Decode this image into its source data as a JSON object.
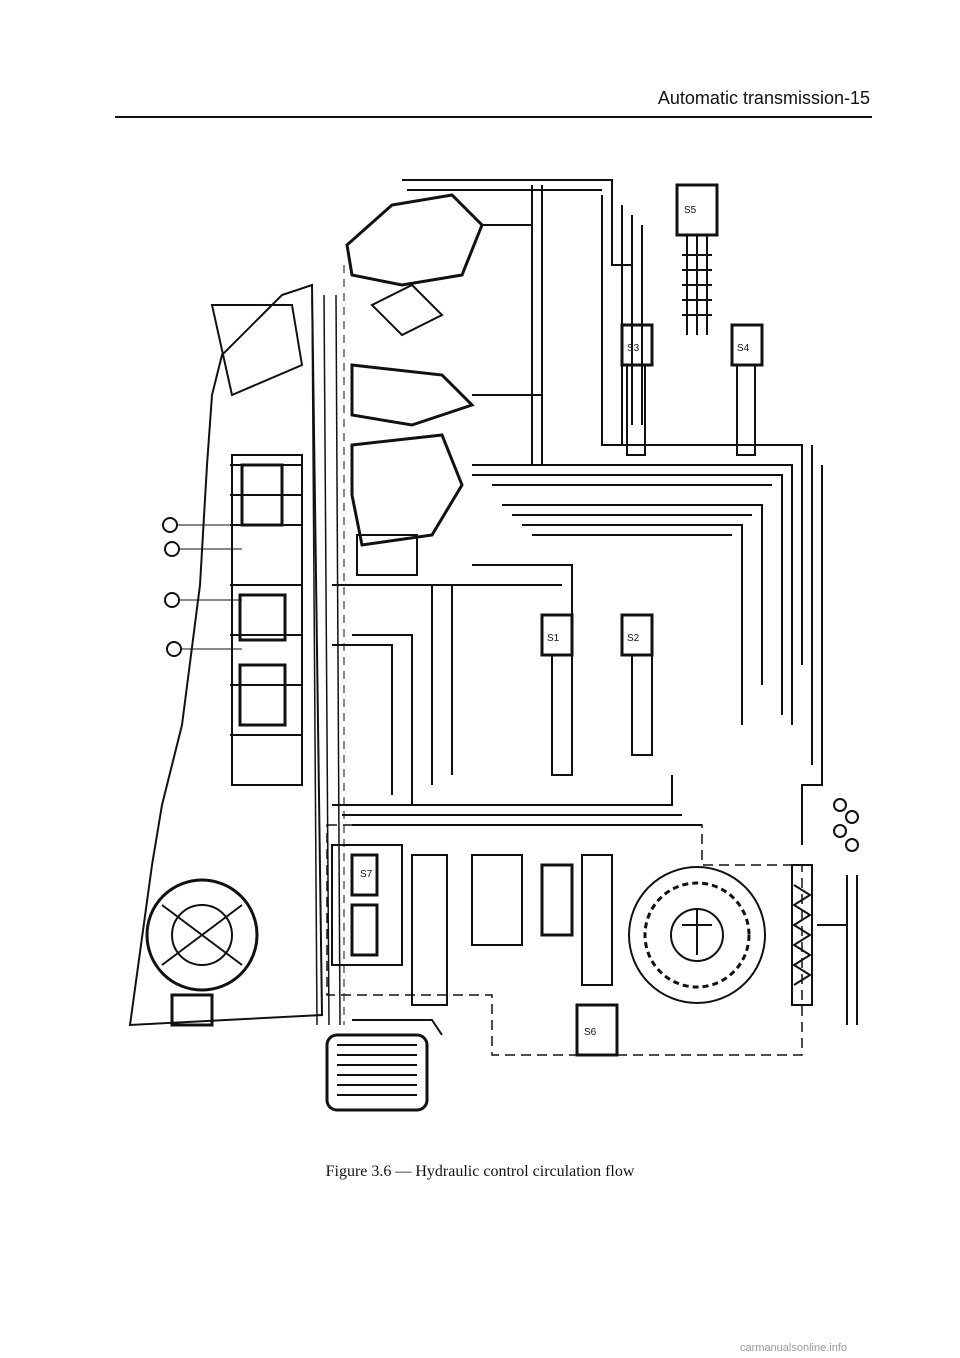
{
  "header": {
    "title": "Automatic transmission-15"
  },
  "figure": {
    "caption": "Figure 3.6 — Hydraulic control circulation flow",
    "solenoid_labels": [
      "S1",
      "S2",
      "S3",
      "S4",
      "S5",
      "S6",
      "S7"
    ]
  },
  "footer": {
    "watermark": "carmanualsonline.info"
  },
  "colors": {
    "ink": "#111111",
    "paper": "#ffffff",
    "watermark": "#9a9a9a"
  }
}
